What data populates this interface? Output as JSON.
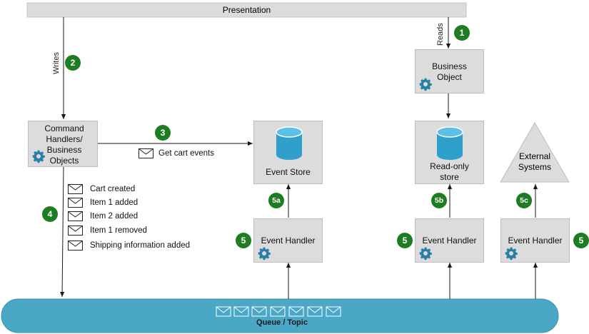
{
  "presentation": {
    "label": "Presentation"
  },
  "edges": {
    "reads": "Reads",
    "writes": "Writes"
  },
  "nodes": {
    "business_object": {
      "label": "Business\nObject"
    },
    "command_handlers": {
      "label": "Command\nHandlers/\nBusiness\nObjects"
    },
    "event_store": {
      "label": "Event Store"
    },
    "read_only_store": {
      "label": "Read-only\nstore"
    },
    "external_systems": {
      "label": "External\nSystems"
    },
    "event_handler_1": {
      "label": "Event Handler"
    },
    "event_handler_2": {
      "label": "Event Handler"
    },
    "event_handler_3": {
      "label": "Event Handler"
    }
  },
  "badges": {
    "b1": "1",
    "b2": "2",
    "b3": "3",
    "b4": "4",
    "b5_a": "5",
    "b5_b": "5",
    "b5_c": "5",
    "b5a": "5a",
    "b5b": "5b",
    "b5c": "5c"
  },
  "get_cart_events": "Get cart events",
  "events": [
    "Cart created",
    "Item 1 added",
    "Item 2 added",
    "Item 1 removed",
    "Shipping information added"
  ],
  "queue": {
    "label": "Queue / Topic"
  },
  "colors": {
    "badge": "#1e7d22",
    "database": "#2f9fcc",
    "queue": "#4aa8c6",
    "gear": "#2b7ea5",
    "box": "#dcdcdc",
    "line": "#1a1a1a"
  },
  "icons": {
    "gear": "gear-icon",
    "envelope": "envelope-icon",
    "database": "database-icon"
  }
}
